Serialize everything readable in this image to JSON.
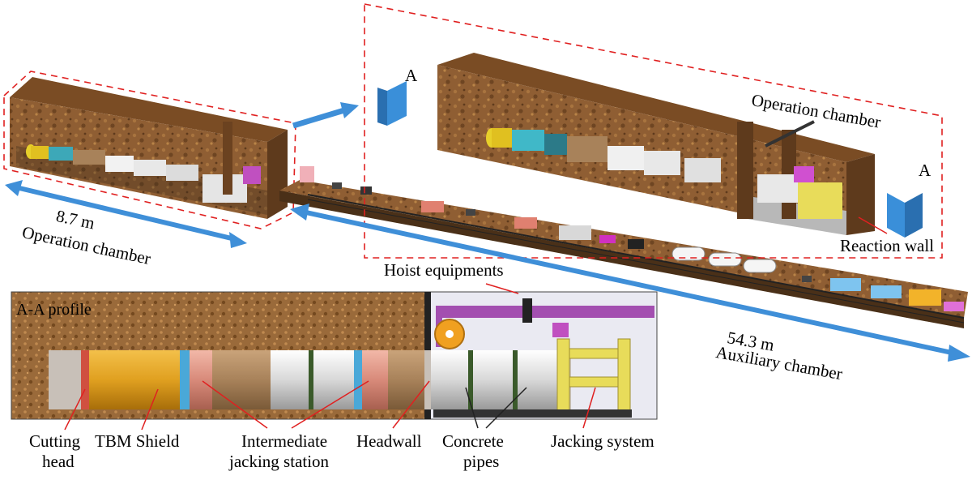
{
  "labels": {
    "length_operation": "8.7 m",
    "operation_chamber_left": "Operation chamber",
    "operation_chamber_detail": "Operation chamber",
    "section_marker_left": "A",
    "section_marker_right": "A",
    "reaction_wall": "Reaction wall",
    "hoist_equipments": "Hoist equipments",
    "length_auxiliary": "54.3 m",
    "auxiliary_chamber": "Auxiliary chamber",
    "profile_title": "A-A  profile",
    "cutting_head_line1": "Cutting",
    "cutting_head_line2": "head",
    "tbm_shield": "TBM Shield",
    "intermediate_line1": "Intermediate",
    "intermediate_line2": "jacking station",
    "headwall": "Headwall",
    "concrete_line1": "Concrete",
    "concrete_line2": "pipes",
    "jacking_system": "Jacking system"
  },
  "colors": {
    "soil": "#8a5a30",
    "soil_dark": "#6b4220",
    "soil_light": "#b07a45",
    "arrow_blue": "#3f8fd8",
    "dash_red": "#e02020",
    "marker_blue": "#3a8fd9",
    "hoist_purple": "#a34fb0",
    "jack_yellow": "#e8dc5a"
  }
}
